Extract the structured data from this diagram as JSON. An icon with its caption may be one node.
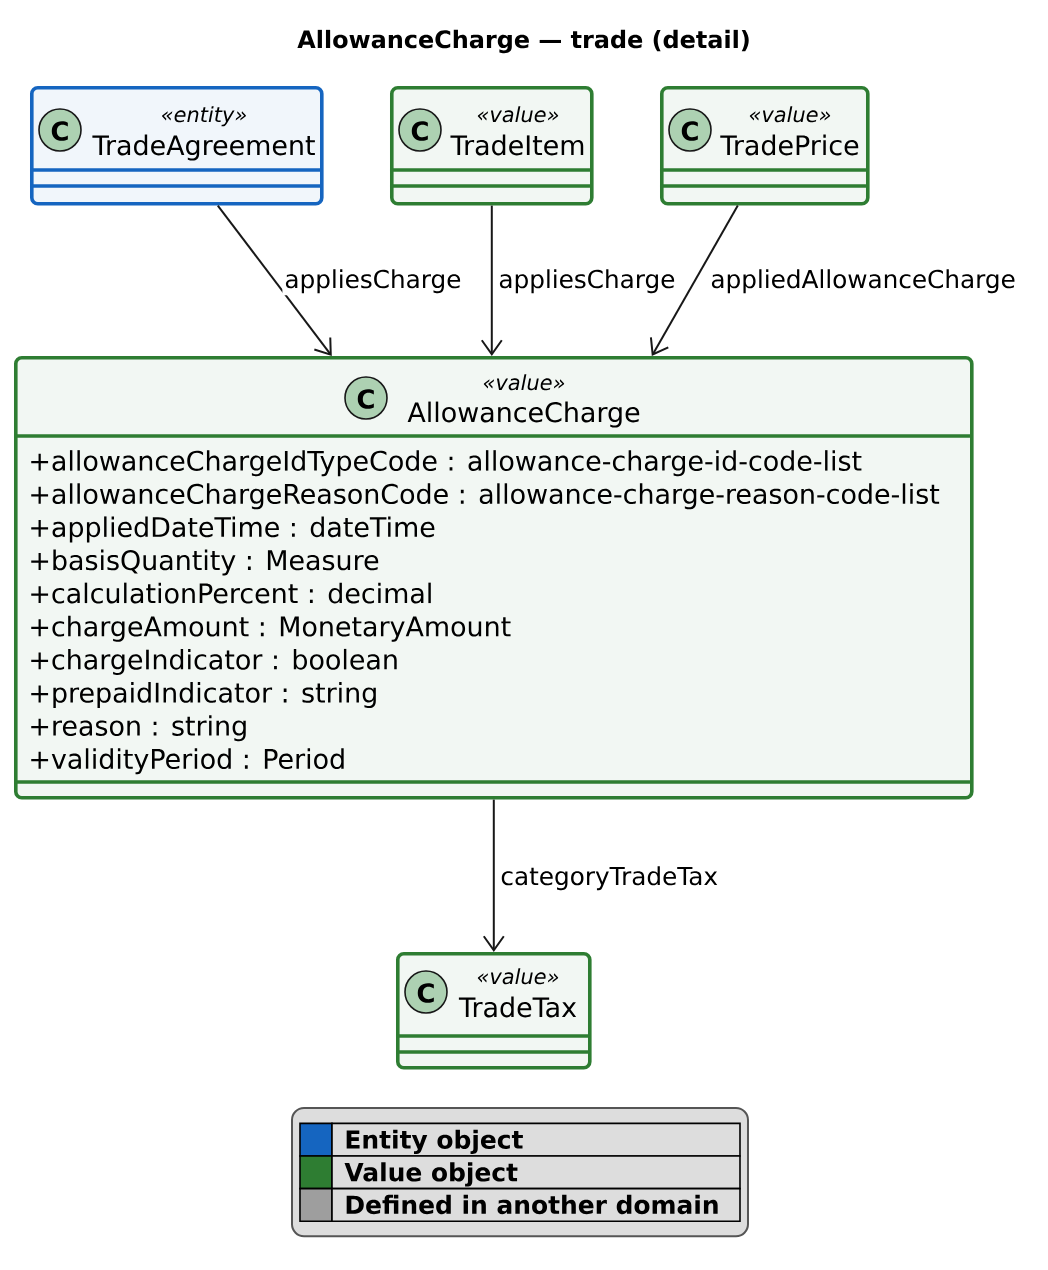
{
  "diagram": {
    "title": "AllowanceCharge — trade (detail)",
    "nodes": [
      {
        "text": [
          "C",
          "«entity»",
          "TradeAgreement"
        ]
      },
      {
        "text": [
          "C",
          "«value»",
          "TradeItem"
        ]
      },
      {
        "text": [
          "C",
          "«value»",
          "TradePrice"
        ]
      },
      {
        "text": [
          "C",
          "«value»",
          "AllowanceCharge",
          "+allowanceChargeIdTypeCode : allowance-charge-id-code-list",
          "+allowanceChargeReasonCode : allowance-charge-reason-code-list",
          "+appliedDateTime : dateTime",
          "+basisQuantity : Measure",
          "+calculationPercent : decimal",
          "+chargeAmount : MonetaryAmount",
          "+chargeIndicator : boolean",
          "+prepaidIndicator : string",
          "+reason : string",
          "+validityPeriod : Period"
        ]
      },
      {
        "text": [
          "C",
          "«value»",
          "TradeTax"
        ]
      }
    ],
    "edges": [
      {
        "from": 0,
        "to": 3,
        "arrow": "to",
        "label": "appliesCharge"
      },
      {
        "from": 1,
        "to": 3,
        "arrow": "to",
        "label": "appliesCharge"
      },
      {
        "from": 2,
        "to": 3,
        "arrow": "to",
        "label": "appliedAllowanceCharge"
      },
      {
        "from": 3,
        "to": 4,
        "arrow": "to",
        "label": "categoryTradeTax"
      }
    ],
    "legend": [
      {
        "text": "Entity object",
        "color": "#1565c0"
      },
      {
        "text": "Value object",
        "color": "#2e7d32"
      },
      {
        "text": "Defined in another domain",
        "color": "#9e9e9e"
      }
    ]
  }
}
